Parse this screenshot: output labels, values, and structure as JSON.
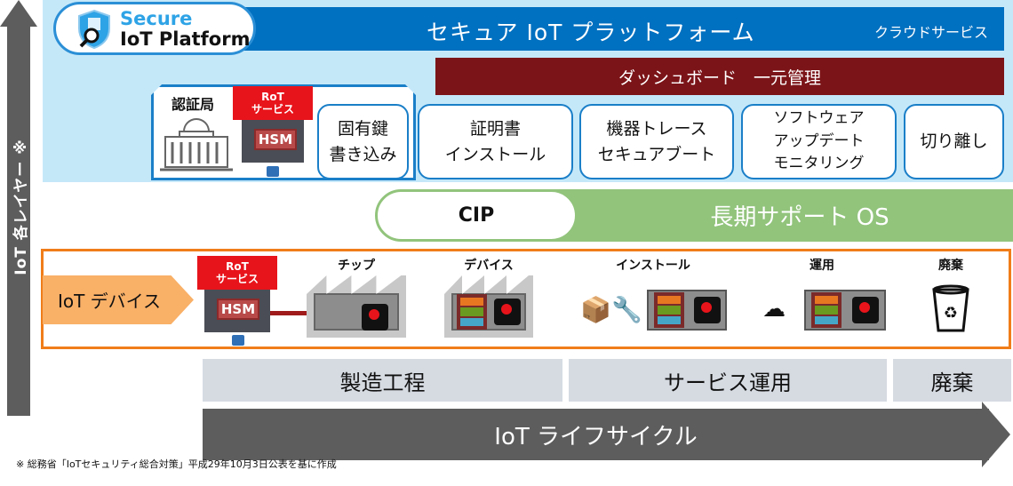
{
  "layer_axis": {
    "label": "IoT 各レイヤー ※"
  },
  "logo": {
    "line1": "Secure",
    "line2": "IoT Platform"
  },
  "platform": {
    "title": "セキュア IoT プラットフォーム",
    "subtitle": "クラウドサービス"
  },
  "dashboard": {
    "label": "ダッシュボード　一元管理"
  },
  "ca_group": {
    "ca_label": "認証局",
    "rot_label": "RoT\nサービス",
    "hsm_label": "HSM",
    "key_write": "固有鍵\n書き込み"
  },
  "services": [
    {
      "label": "証明書\nインストール"
    },
    {
      "label": "機器トレース\nセキュアブート"
    },
    {
      "label": "ソフトウェア\nアップデート\nモニタリング"
    },
    {
      "label": "切り離し"
    }
  ],
  "os": {
    "cip": "CIP",
    "long_term": "長期サポート OS"
  },
  "device": {
    "label": "IoT デバイス",
    "rot_label": "RoT\nサービス",
    "hsm_label": "HSM",
    "stages": [
      "チップ",
      "デバイス",
      "インストール",
      "運用",
      "廃棄"
    ]
  },
  "phases": [
    "製造工程",
    "サービス運用",
    "廃棄"
  ],
  "lifecycle": {
    "label": "IoT ライフサイクル"
  },
  "footnote": "※ 総務省「IoTセキュリティ総合対策」平成29年10月3日公表を基に作成",
  "colors": {
    "cloud_bg": "#c5e8f9",
    "blue": "#0070c0",
    "dashboard": "#7b1418",
    "green": "#92c47c",
    "orange": "#f07d1a",
    "rot_red": "#e8141b"
  }
}
